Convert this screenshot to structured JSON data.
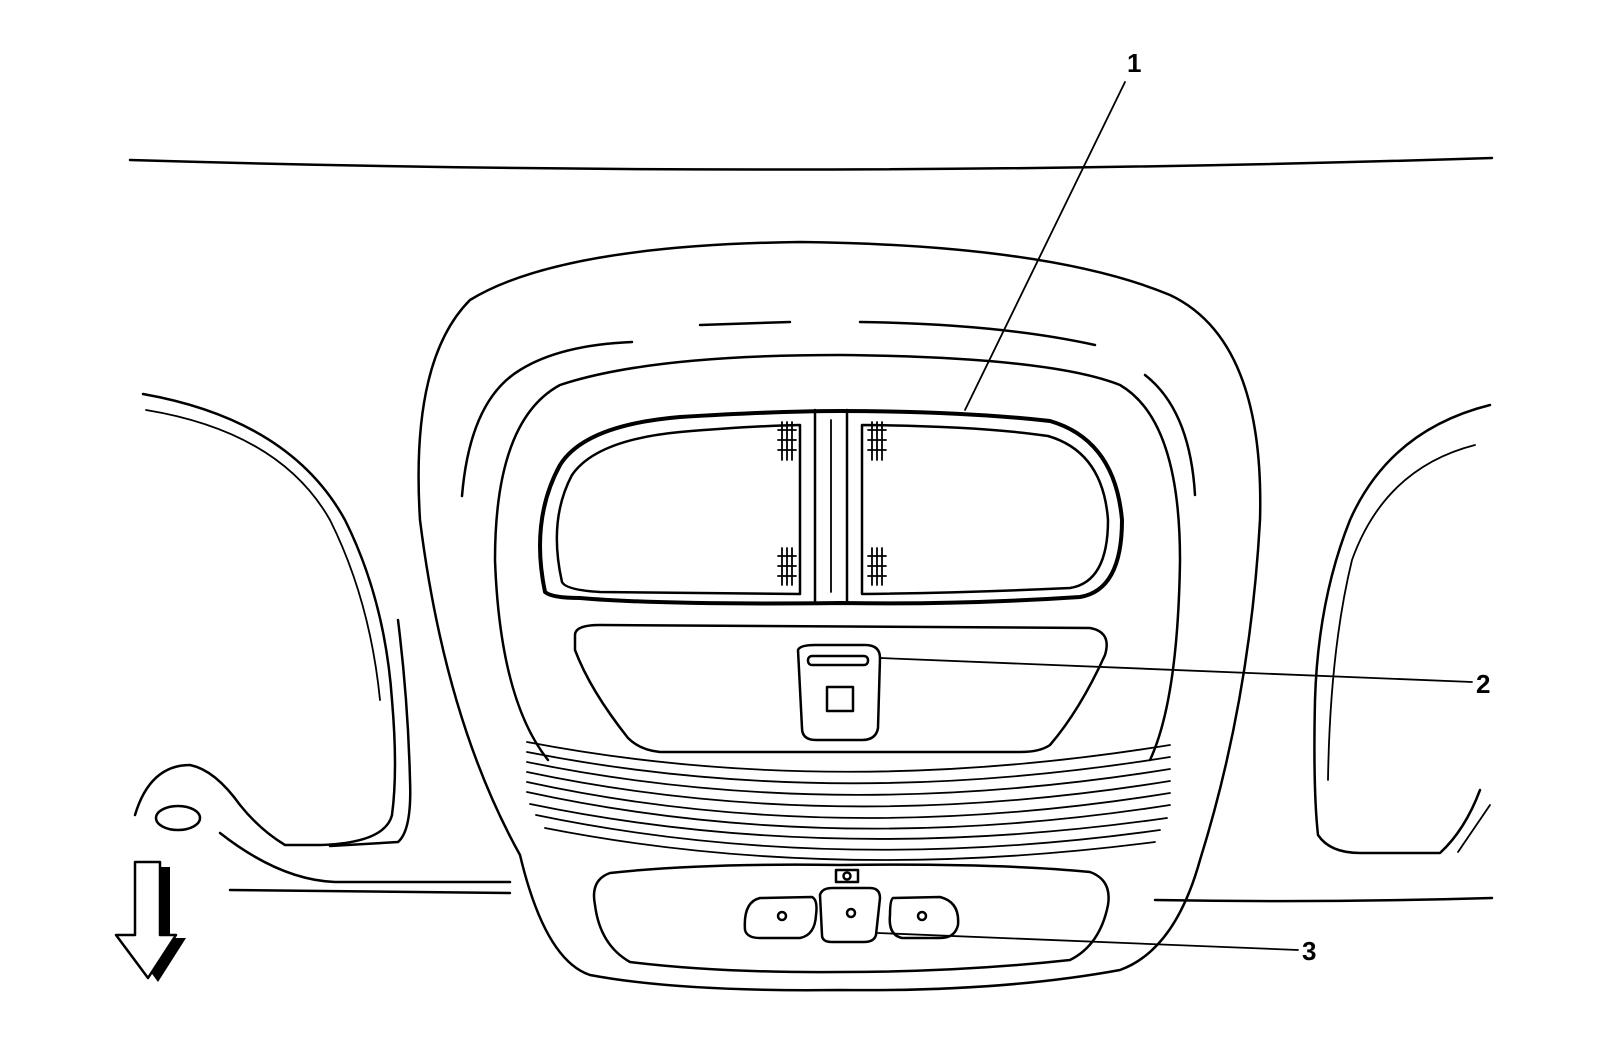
{
  "callouts": [
    {
      "id": "1",
      "label": "1"
    },
    {
      "id": "2",
      "label": "2"
    },
    {
      "id": "3",
      "label": "3"
    }
  ],
  "icons": {
    "direction": "down-arrow-icon"
  }
}
